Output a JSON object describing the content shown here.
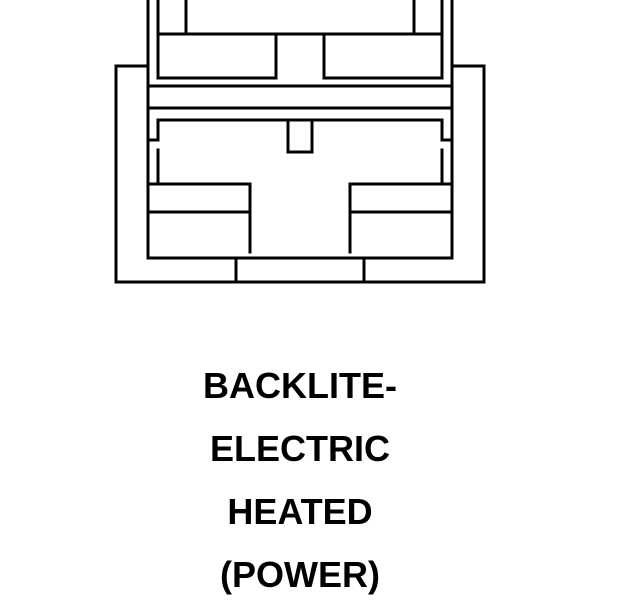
{
  "caption": {
    "lines": [
      "BACKLITE-",
      "ELECTRIC",
      "HEATED",
      "(POWER)"
    ]
  },
  "colors": {
    "ink": "#000000",
    "background": "#ffffff"
  }
}
